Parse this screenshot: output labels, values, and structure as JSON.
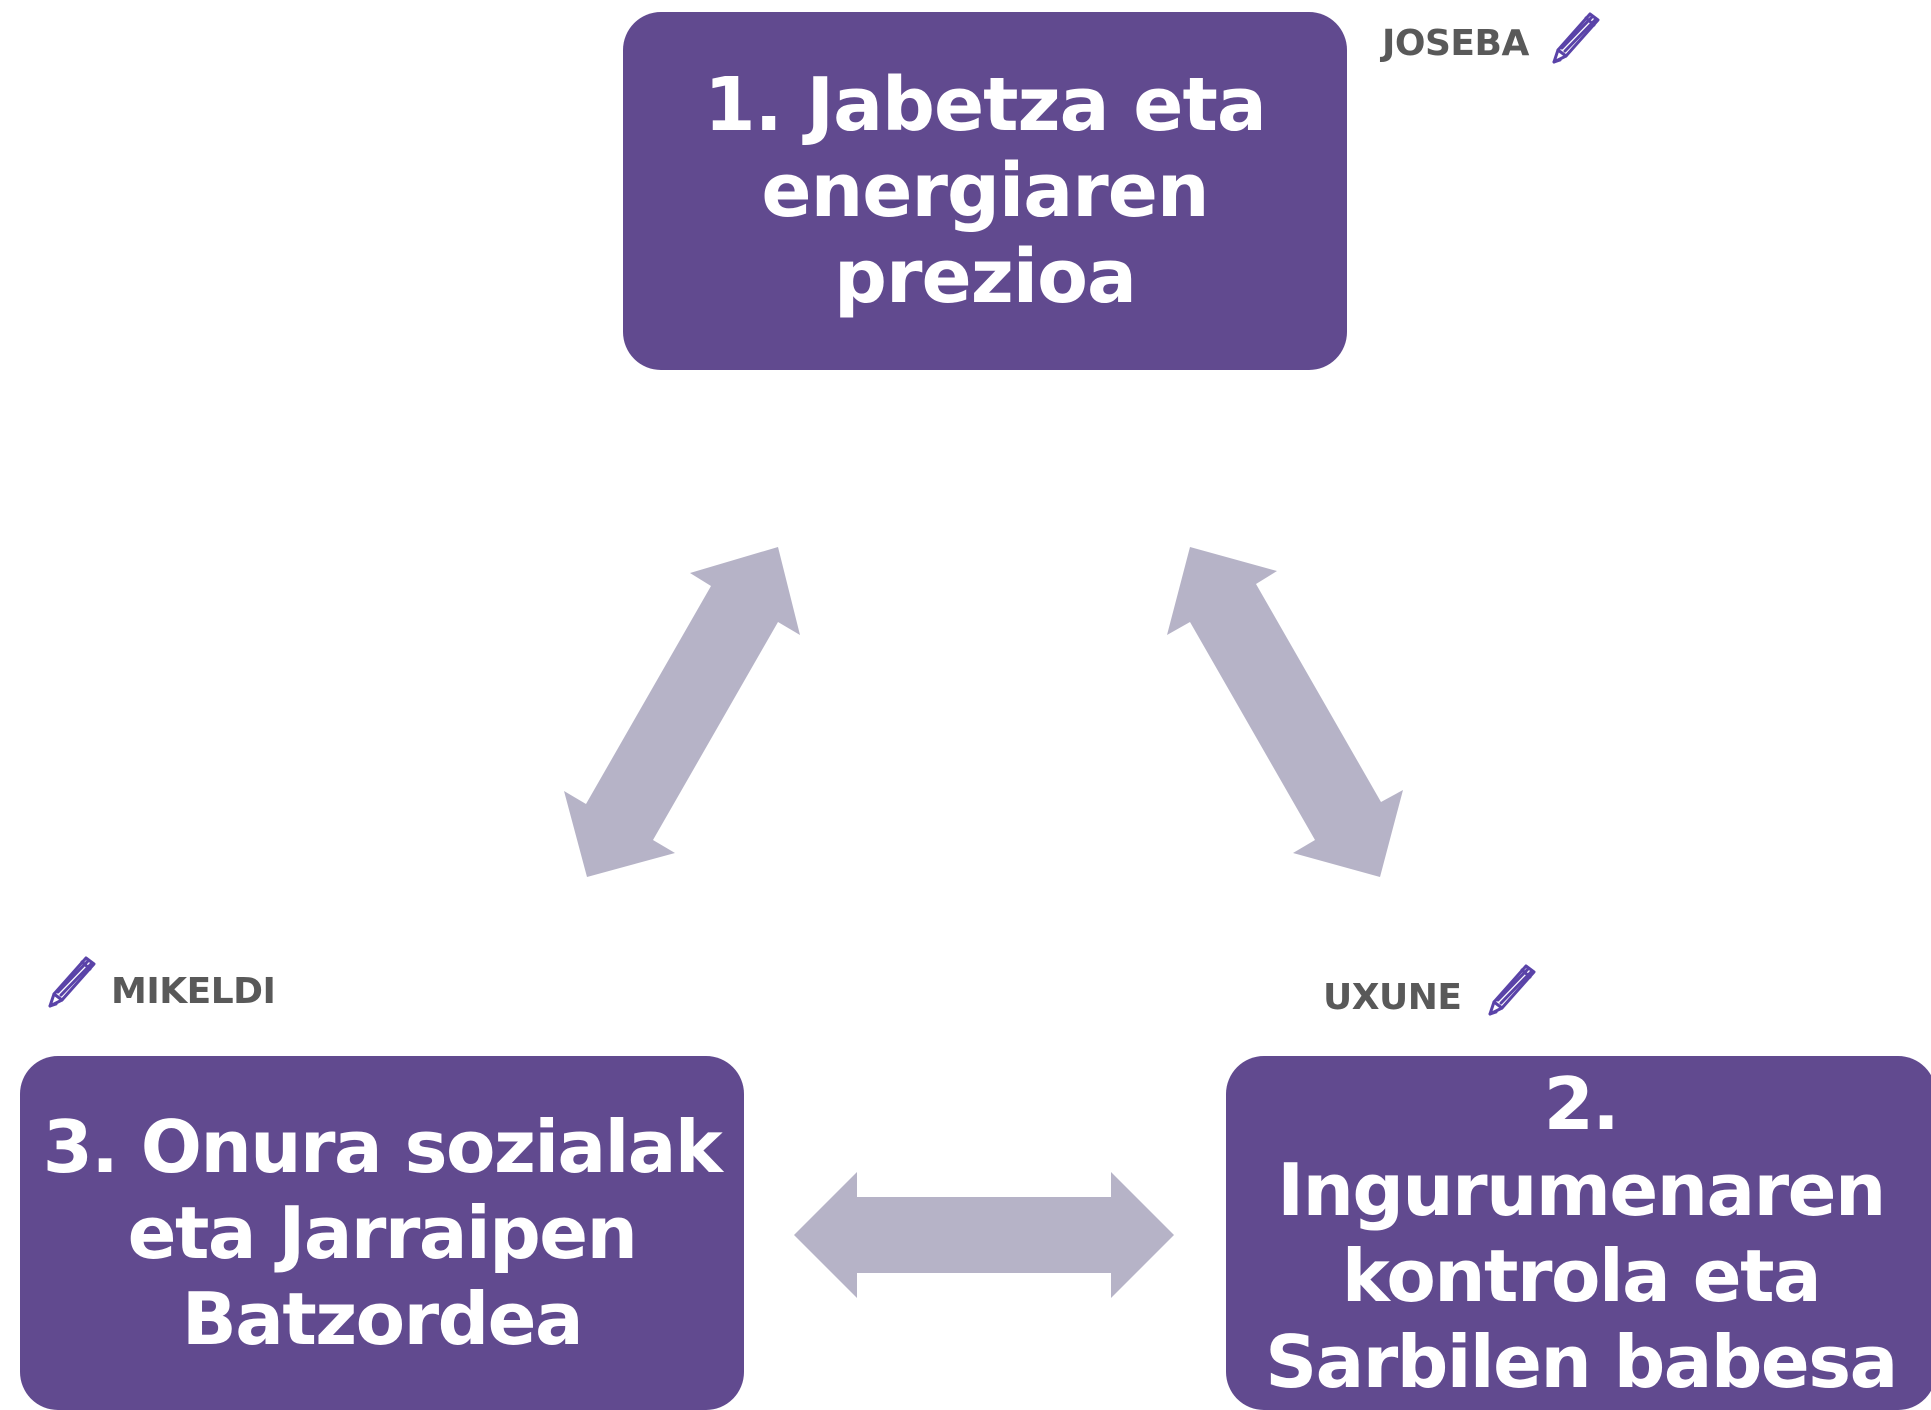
{
  "colors": {
    "box_fill": "#614a8f",
    "box_text": "#ffffff",
    "arrow_fill": "#b6b3c7",
    "author_text": "#595959",
    "pencil_stroke": "#5a43a8"
  },
  "boxes": {
    "box1": {
      "label": "1. Jabetza eta\nenergiaren\nprezioa"
    },
    "box2": {
      "label": "2. Ingurumenaren\nkontrola eta\nSarbilen babesa"
    },
    "box3": {
      "label": "3. Onura sozialak\neta Jarraipen\nBatzordea"
    }
  },
  "authors": {
    "joseba": {
      "name": "JOSEBA",
      "icon": "pencil-icon"
    },
    "uxune": {
      "name": "UXUNE",
      "icon": "pencil-icon"
    },
    "mikeldi": {
      "name": "MIKELDI",
      "icon": "pencil-icon"
    }
  },
  "connectors": [
    {
      "from": "box1",
      "to": "box3",
      "type": "double-headed-arrow"
    },
    {
      "from": "box1",
      "to": "box2",
      "type": "double-headed-arrow"
    },
    {
      "from": "box3",
      "to": "box2",
      "type": "double-headed-arrow"
    }
  ]
}
